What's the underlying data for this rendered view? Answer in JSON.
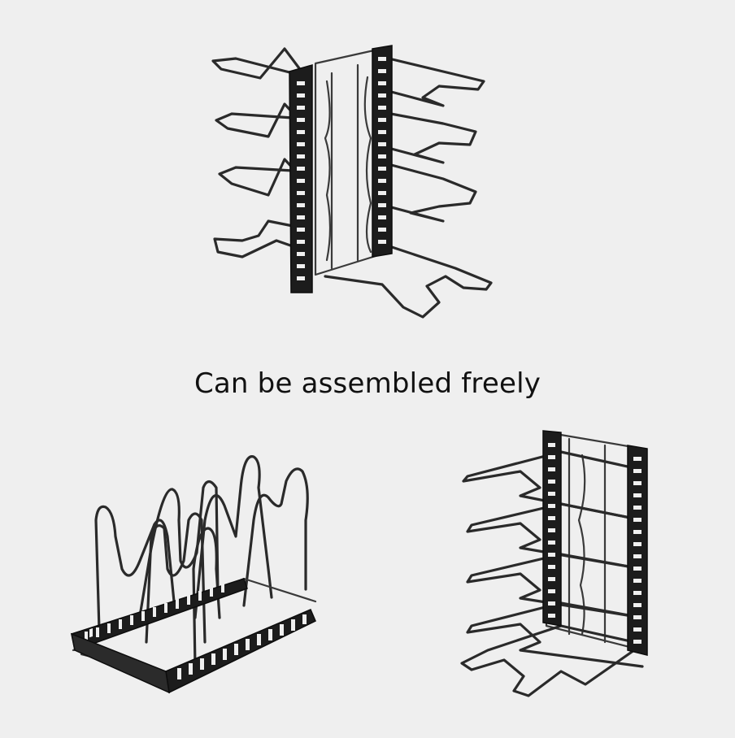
{
  "caption": "Can be assembled freely",
  "colors": {
    "background": "#efefef",
    "metal": "#1c1c1c",
    "text": "#111111"
  },
  "images": [
    {
      "name": "rack-vertical-wall-mount-view"
    },
    {
      "name": "rack-horizontal-countertop-view"
    },
    {
      "name": "rack-vertical-side-view"
    }
  ]
}
